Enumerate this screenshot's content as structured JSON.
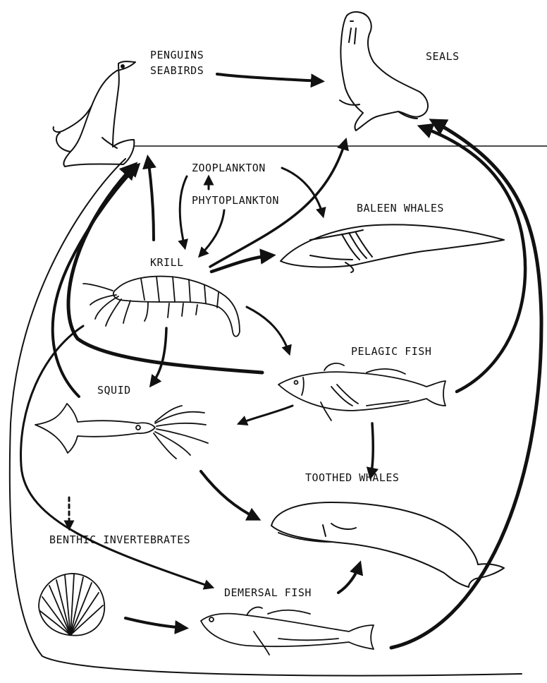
{
  "labels": {
    "penguins": "PENGUINS",
    "seabirds": "SEABIRDS",
    "seals": "SEALS",
    "zooplankton": "ZOOPLANKTON",
    "phytoplankton": "PHYTOPLANKTON",
    "baleen_whales": "BALEEN WHALES",
    "krill": "KRILL",
    "pelagic_fish": "PELAGIC FISH",
    "squid": "SQUID",
    "toothed_whales": "TOOTHED WHALES",
    "benthic_invertebrates": "BENTHIC INVERTEBRATES",
    "demersal_fish": "DEMERSAL FISH"
  },
  "style": {
    "ink": "#111111",
    "background": "#ffffff"
  }
}
